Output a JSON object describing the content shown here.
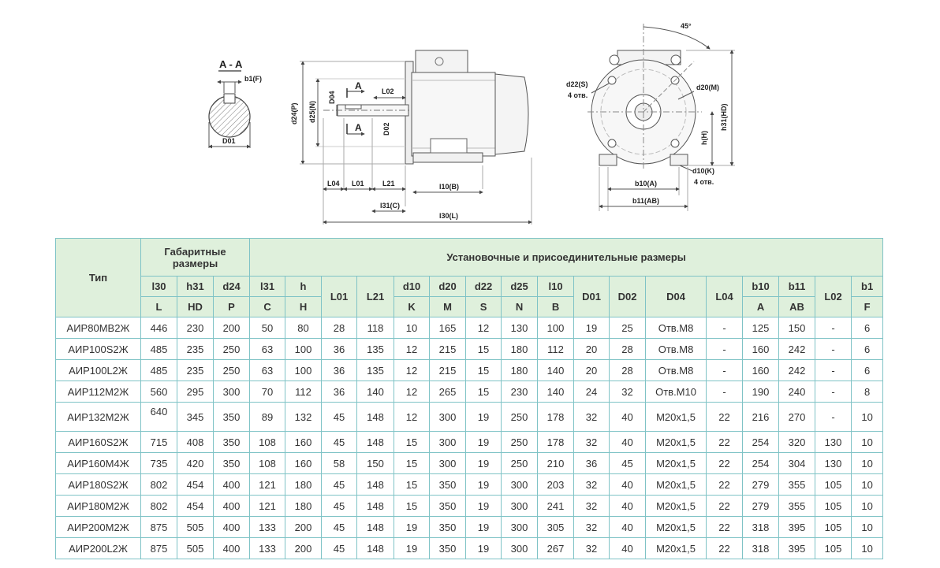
{
  "drawing": {
    "section_title": "A - A",
    "labels": {
      "b1": "b1(F)",
      "D01": "D01",
      "d24": "d24(P)",
      "d25": "d25(N)",
      "D04": "D04",
      "A_top": "A",
      "A_bottom": "A",
      "L02": "L02",
      "D02": "D02",
      "L04": "L04",
      "L01": "L01",
      "L21": "L21",
      "l10": "l10(B)",
      "l31": "l31(C)",
      "l30": "l30(L)",
      "angle": "45°",
      "d22": "d22(S)",
      "d22_holes": "4 отв.",
      "d20": "d20(M)",
      "h31": "h31(HD)",
      "h": "h(H)",
      "d10": "d10(K)",
      "d10_holes": "4 отв.",
      "b10": "b10(A)",
      "b11": "b11(AB)"
    }
  },
  "table": {
    "header": {
      "type": "Тип",
      "overall": "Габаритные размеры",
      "mounting": "Установочные и присоединительные размеры",
      "row2": [
        "l30",
        "h31",
        "d24",
        "l31",
        "h",
        "L01",
        "L21",
        "d10",
        "d20",
        "d22",
        "d25",
        "l10",
        "D01",
        "D02",
        "D04",
        "L04",
        "b10",
        "b11",
        "L02",
        "b1"
      ],
      "row3": [
        "L",
        "HD",
        "P",
        "C",
        "H",
        "K",
        "M",
        "S",
        "N",
        "B",
        "A",
        "AB",
        "F"
      ]
    },
    "rows": [
      [
        "АИР80МВ2Ж",
        "446",
        "230",
        "200",
        "50",
        "80",
        "28",
        "118",
        "10",
        "165",
        "12",
        "130",
        "100",
        "19",
        "25",
        "Отв.М8",
        "-",
        "125",
        "150",
        "-",
        "6"
      ],
      [
        "АИР100S2Ж",
        "485",
        "235",
        "250",
        "63",
        "100",
        "36",
        "135",
        "12",
        "215",
        "15",
        "180",
        "112",
        "20",
        "28",
        "Отв.М8",
        "-",
        "160",
        "242",
        "-",
        "6"
      ],
      [
        "АИР100L2Ж",
        "485",
        "235",
        "250",
        "63",
        "100",
        "36",
        "135",
        "12",
        "215",
        "15",
        "180",
        "140",
        "20",
        "28",
        "Отв.М8",
        "-",
        "160",
        "242",
        "-",
        "6"
      ],
      [
        "АИР112М2Ж",
        "560",
        "295",
        "300",
        "70",
        "112",
        "36",
        "140",
        "12",
        "265",
        "15",
        "230",
        "140",
        "24",
        "32",
        "Отв.М10",
        "-",
        "190",
        "240",
        "-",
        "8"
      ],
      [
        "АИР132М2Ж",
        "640",
        "345",
        "350",
        "89",
        "132",
        "45",
        "148",
        "12",
        "300",
        "19",
        "250",
        "178",
        "32",
        "40",
        "M20x1,5",
        "22",
        "216",
        "270",
        "-",
        "10"
      ],
      [
        "АИР160S2Ж",
        "715",
        "408",
        "350",
        "108",
        "160",
        "45",
        "148",
        "15",
        "300",
        "19",
        "250",
        "178",
        "32",
        "40",
        "M20x1,5",
        "22",
        "254",
        "320",
        "130",
        "10"
      ],
      [
        "АИР160М4Ж",
        "735",
        "420",
        "350",
        "108",
        "160",
        "58",
        "150",
        "15",
        "300",
        "19",
        "250",
        "210",
        "36",
        "45",
        "M20x1,5",
        "22",
        "254",
        "304",
        "130",
        "10"
      ],
      [
        "АИР180S2Ж",
        "802",
        "454",
        "400",
        "121",
        "180",
        "45",
        "148",
        "15",
        "350",
        "19",
        "300",
        "203",
        "32",
        "40",
        "M20x1,5",
        "22",
        "279",
        "355",
        "105",
        "10"
      ],
      [
        "АИР180М2Ж",
        "802",
        "454",
        "400",
        "121",
        "180",
        "45",
        "148",
        "15",
        "350",
        "19",
        "300",
        "241",
        "32",
        "40",
        "M20x1,5",
        "22",
        "279",
        "355",
        "105",
        "10"
      ],
      [
        "АИР200М2Ж",
        "875",
        "505",
        "400",
        "133",
        "200",
        "45",
        "148",
        "19",
        "350",
        "19",
        "300",
        "305",
        "32",
        "40",
        "M20x1,5",
        "22",
        "318",
        "395",
        "105",
        "10"
      ],
      [
        "АИР200L2Ж",
        "875",
        "505",
        "400",
        "133",
        "200",
        "45",
        "148",
        "19",
        "350",
        "19",
        "300",
        "267",
        "32",
        "40",
        "M20x1,5",
        "22",
        "318",
        "395",
        "105",
        "10"
      ]
    ]
  }
}
